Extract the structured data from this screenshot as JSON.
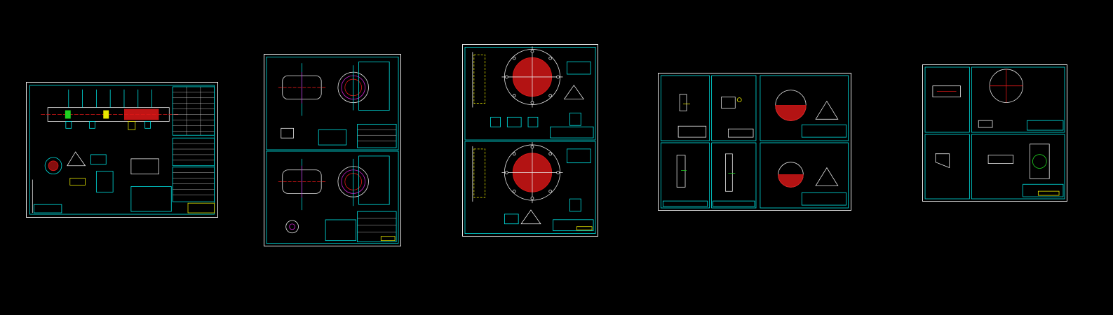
{
  "viewer": {
    "background": "#000000"
  },
  "palette": {
    "frame": "#e8e8e8",
    "cyan": "#00e5e5",
    "red": "#e01818",
    "yellow": "#e8e800",
    "green": "#20d020",
    "magenta": "#d020d0",
    "white": "#ffffff"
  },
  "sheets": [
    {
      "id": "sheet-1",
      "kind": "assembly"
    },
    {
      "id": "sheet-2",
      "kind": "vessel-pair"
    },
    {
      "id": "sheet-3",
      "kind": "flange-pair"
    },
    {
      "id": "sheet-4",
      "kind": "parts-grid"
    },
    {
      "id": "sheet-5",
      "kind": "parts-small"
    }
  ]
}
